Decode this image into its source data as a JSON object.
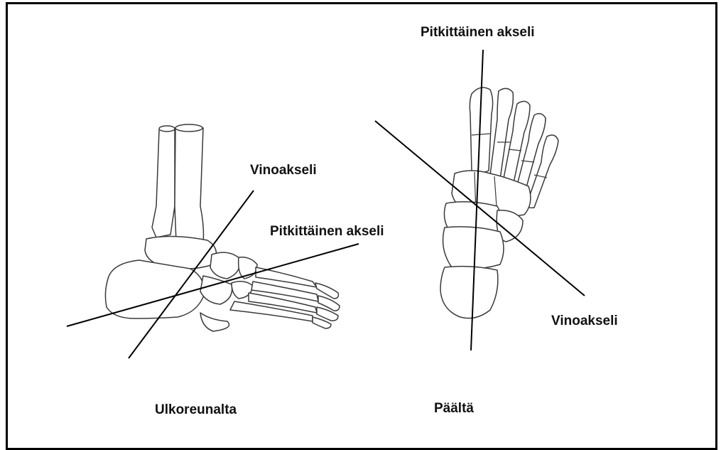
{
  "labels": {
    "side_oblique": "Vinoakseli",
    "side_longitudinal": "Pitkittäinen akseli",
    "side_caption": "Ulkoreunalta",
    "top_longitudinal": "Pitkittäinen akseli",
    "top_oblique": "Vinoakseli",
    "top_caption": "Päältä"
  }
}
